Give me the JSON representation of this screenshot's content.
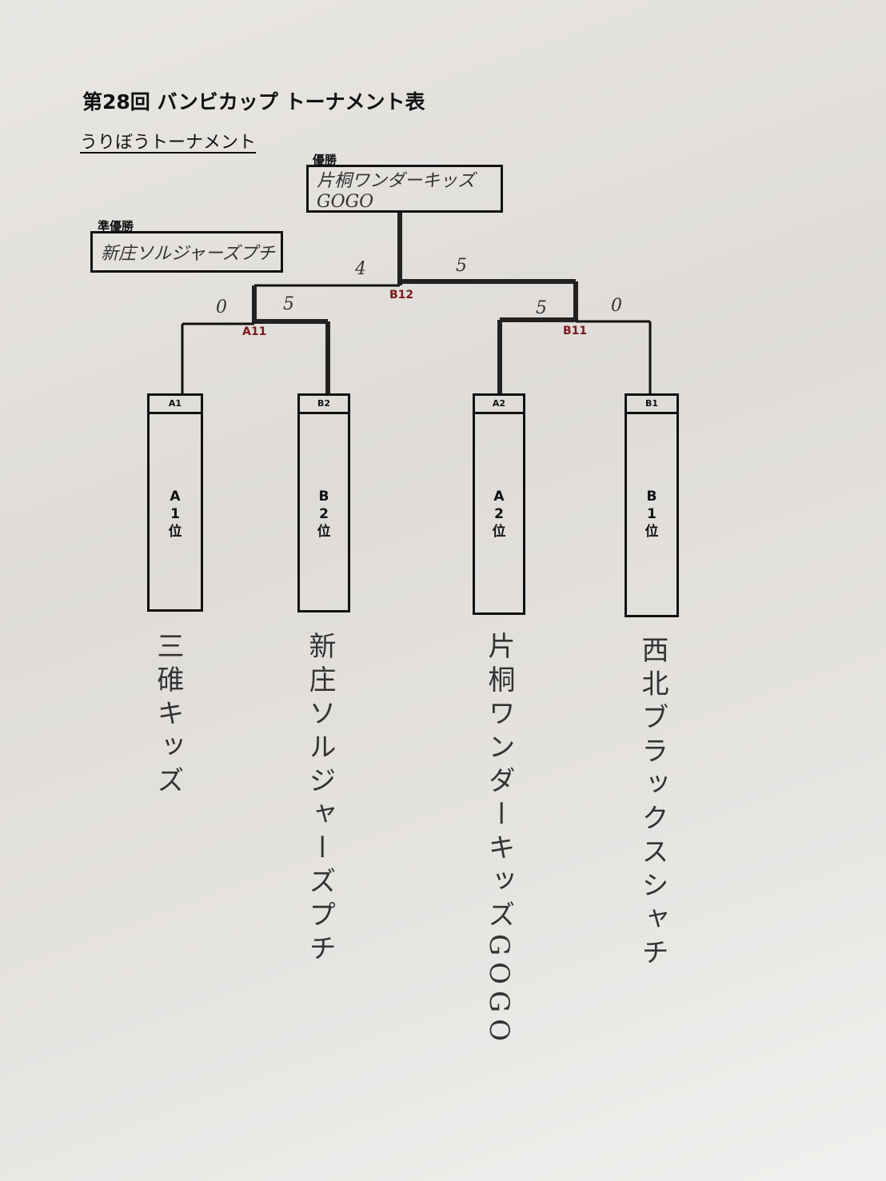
{
  "title": "第28回 バンビカップ トーナメント表",
  "subtitle": "うりぼうトーナメント",
  "champion": {
    "label": "優勝",
    "team": "片桐ワンダーキッズGOGO"
  },
  "runner_up": {
    "label": "準優勝",
    "team": "新庄ソルジャーズプチ"
  },
  "matches": {
    "final": {
      "label": "B12",
      "left_score": "4",
      "right_score": "5"
    },
    "semi_left": {
      "label": "A11",
      "left_score": "0",
      "right_score": "5"
    },
    "semi_right": {
      "label": "B11",
      "left_score": "5",
      "right_score": "0"
    }
  },
  "slots": [
    {
      "code": "A1",
      "rank": "A\n1\n位",
      "team": "三碓キッズ"
    },
    {
      "code": "B2",
      "rank": "B\n2\n位",
      "team": "新庄ソルジャーズプチ"
    },
    {
      "code": "A2",
      "rank": "A\n2\n位",
      "team": "片桐ワンダーキッズGOGO"
    },
    {
      "code": "B1",
      "rank": "B\n1\n位",
      "team": "西北ブラックスシャチ"
    }
  ]
}
